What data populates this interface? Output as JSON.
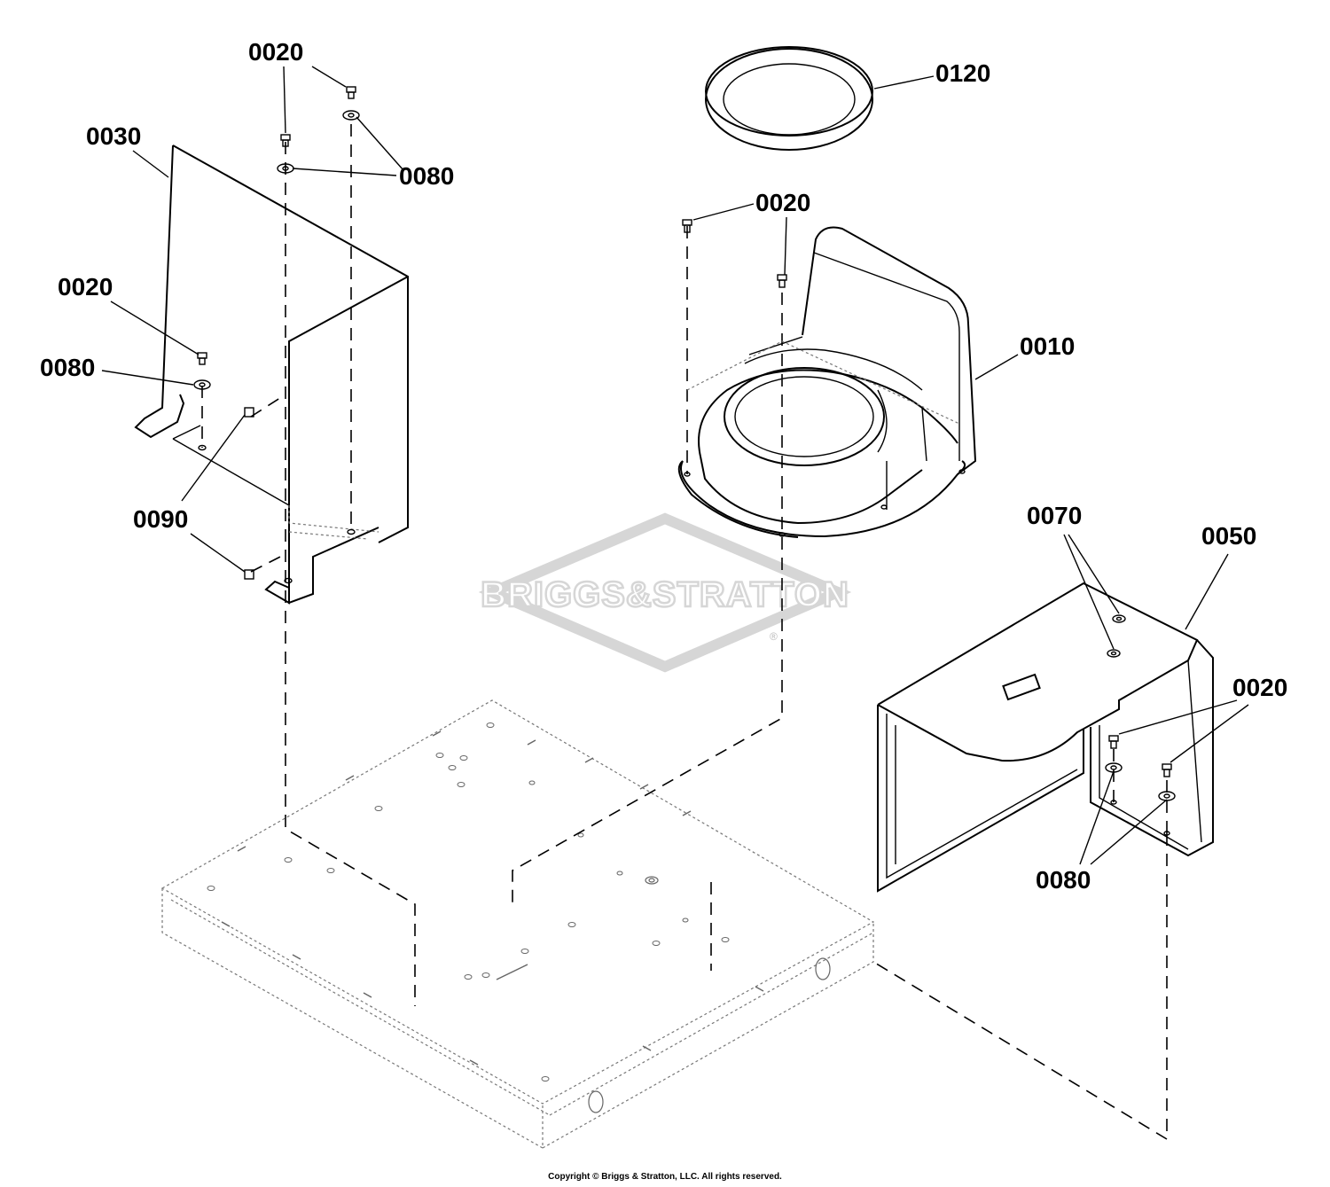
{
  "callouts": {
    "bolt_top_left": "0020",
    "rim_ring": "0120",
    "panel_back": "0030",
    "washer_top_left": "0080",
    "bolt_seat": "0020",
    "bolt_panel_left": "0020",
    "washer_panel_left": "0080",
    "seat_base": "0010",
    "clips": "0090",
    "grommets": "0070",
    "cover_bracket": "0050",
    "bolt_cover": "0020",
    "washer_cover": "0080"
  },
  "watermark": {
    "brand": "BRIGGS&STRATTON",
    "registered": "®"
  },
  "copyright": "Copyright © Briggs & Stratton, LLC. All rights reserved."
}
